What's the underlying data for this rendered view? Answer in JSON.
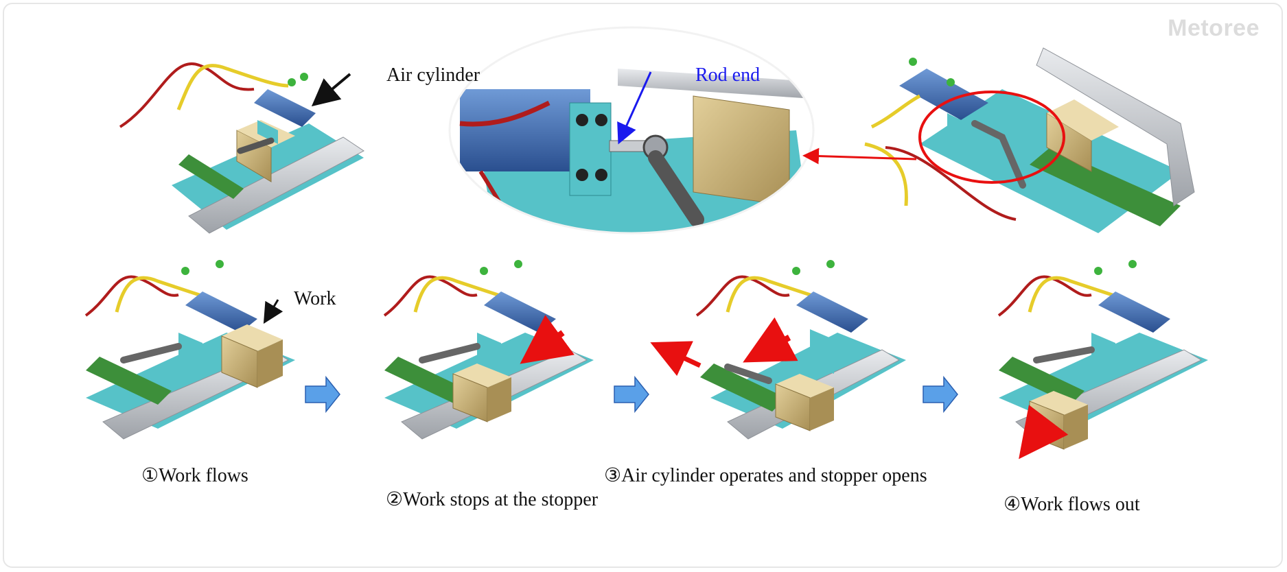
{
  "watermark": "Metoree",
  "labels": {
    "air_cylinder": "Air cylinder",
    "rod_end": "Rod end",
    "work": "Work"
  },
  "steps": [
    {
      "text": "①Work flows"
    },
    {
      "text": "②Work stops at the stopper"
    },
    {
      "text": "③Air cylinder operates and stopper opens"
    },
    {
      "text": "④Work flows out"
    }
  ],
  "colors": {
    "cylinder_blue": "#3f6fb8",
    "base_teal": "#56c2c8",
    "plate_green": "#3d8f3a",
    "work_box": "#c9b27a",
    "rail_gray": "#b9bcc0",
    "arrow_red": "#e81010",
    "flow_arrow_blue": "#5aa0e8",
    "label_blue": "#1a1aee",
    "cable_red": "#b01c1c",
    "cable_yellow": "#e6cc2a"
  }
}
